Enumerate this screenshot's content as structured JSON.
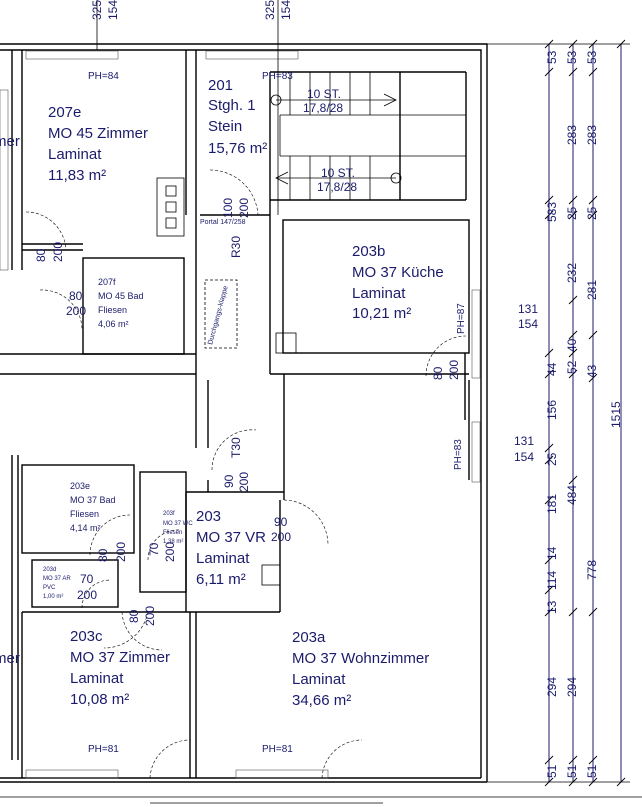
{
  "rooms": [
    {
      "id": "207e",
      "name": "MO 45 Zimmer",
      "floor": "Laminat",
      "area": "11,83 m²"
    },
    {
      "id": "201",
      "name": "Stgh. 1",
      "floor": "Stein",
      "area": "15,76 m²"
    },
    {
      "id": "203b",
      "name": "MO 37 Küche",
      "floor": "Laminat",
      "area": "10,21 m²"
    },
    {
      "id": "207f",
      "name": "MO 45 Bad",
      "floor": "Fliesen",
      "area": "4,06 m²"
    },
    {
      "id": "203e",
      "name": "MO 37 Bad",
      "floor": "Fliesen",
      "area": "4,14 m²"
    },
    {
      "id": "203f",
      "name": "MO 37 WC",
      "floor": "Fliesen",
      "area": "1,38 m²"
    },
    {
      "id": "203",
      "name": "MO 37 VR",
      "floor": "Laminat",
      "area": "6,11 m²"
    },
    {
      "id": "203d",
      "name": "MO 37 AR",
      "floor": "PVC",
      "area": "1,00 m²"
    },
    {
      "id": "203c",
      "name": "MO 37 Zimmer",
      "floor": "Laminat",
      "area": "10,08 m²"
    },
    {
      "id": "203a",
      "name": "MO 37 Wohnzimmer",
      "floor": "Laminat",
      "area": "34,66 m²"
    }
  ],
  "cut_left": {
    "top": "mer",
    "bottom": "mer"
  },
  "stairs": [
    {
      "label": "10 ST.",
      "ratio": "17,8/28"
    },
    {
      "label": "10 ST.",
      "ratio": "17,8/28"
    }
  ],
  "top_dims": [
    {
      "a": "325",
      "b": "154"
    },
    {
      "a": "325",
      "b": "154"
    }
  ],
  "sill_heights": [
    "PH=84",
    "PH=83",
    "PH=87",
    "PH=83",
    "PH=81",
    "PH=81"
  ],
  "door_dims": [
    {
      "w": "80",
      "h": "200"
    },
    {
      "w": "100",
      "h": "200"
    },
    {
      "w": "80",
      "h": "200"
    },
    {
      "w": "80",
      "h": "200"
    },
    {
      "w": "90",
      "h": "200"
    },
    {
      "w": "90",
      "h": "200"
    },
    {
      "w": "80",
      "h": "200"
    },
    {
      "w": "70",
      "h": "200"
    },
    {
      "w": "70",
      "h": "200"
    },
    {
      "w": "80",
      "h": "200"
    }
  ],
  "fire_ratings": [
    "R30",
    "T30"
  ],
  "portal_label": "Portal 147/258",
  "shaft_label": "Durchgangs-klappe",
  "window_dims": [
    {
      "a": "131",
      "b": "154"
    },
    {
      "a": "131",
      "b": "154"
    }
  ],
  "dim_col1": [
    "53",
    "583",
    "44",
    "156",
    "25",
    "181",
    "14",
    "114",
    "13",
    "294",
    "51"
  ],
  "dim_col2": [
    "53",
    "283",
    "25",
    "232",
    "52",
    "40",
    "484",
    "294",
    "51"
  ],
  "dim_col3": [
    "53",
    "283",
    "25",
    "281",
    "43",
    "778",
    "51"
  ],
  "dim_total": "1515"
}
